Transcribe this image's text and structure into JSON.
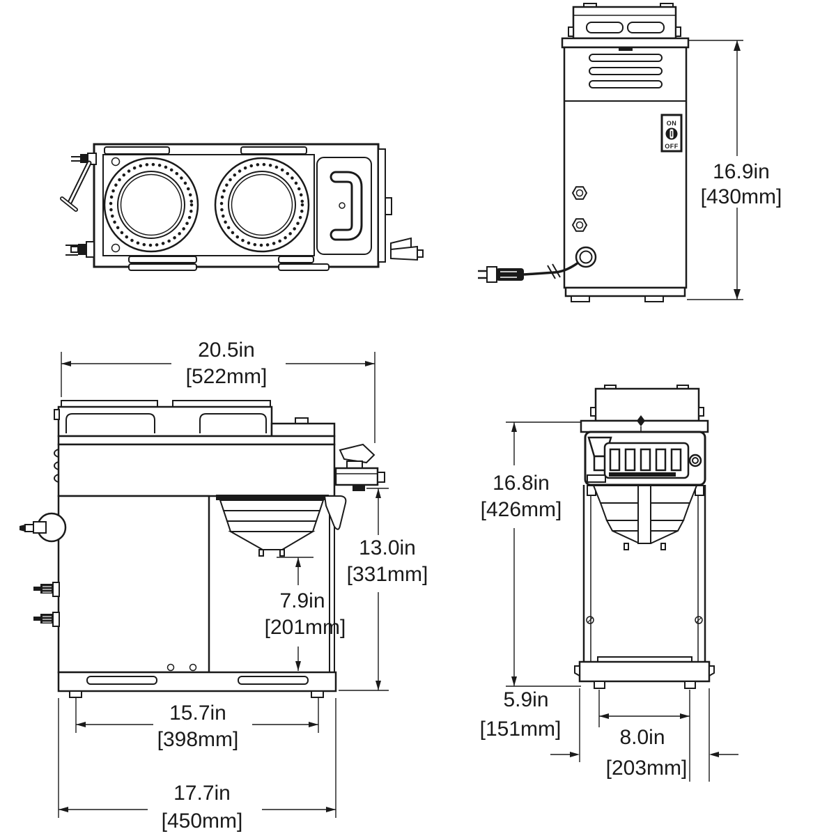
{
  "colors": {
    "line": "#1a1a1a",
    "background": "#ffffff"
  },
  "views": {
    "top": {
      "name": "top-view"
    },
    "back": {
      "name": "back-view",
      "power_switch": {
        "on": "ON",
        "off": "OFF"
      },
      "dims": {
        "height_in": "16.9in",
        "height_mm": "[430mm]"
      }
    },
    "side": {
      "name": "side-view",
      "dims": {
        "overall_width_in": "20.5in",
        "overall_width_mm": "[522mm]",
        "brew_clearance_in": "13.0in",
        "brew_clearance_mm": "[331mm]",
        "funnel_clearance_in": "7.9in",
        "funnel_clearance_mm": "[201mm]",
        "foot_span_in": "15.7in",
        "foot_span_mm": "[398mm]",
        "base_depth_in": "17.7in",
        "base_depth_mm": "[450mm]"
      }
    },
    "front": {
      "name": "front-view",
      "dims": {
        "height_in": "16.8in",
        "height_mm": "[426mm]",
        "leg_span_in": "5.9in",
        "leg_span_mm": "[151mm]",
        "base_width_in": "8.0in",
        "base_width_mm": "[203mm]"
      }
    }
  }
}
